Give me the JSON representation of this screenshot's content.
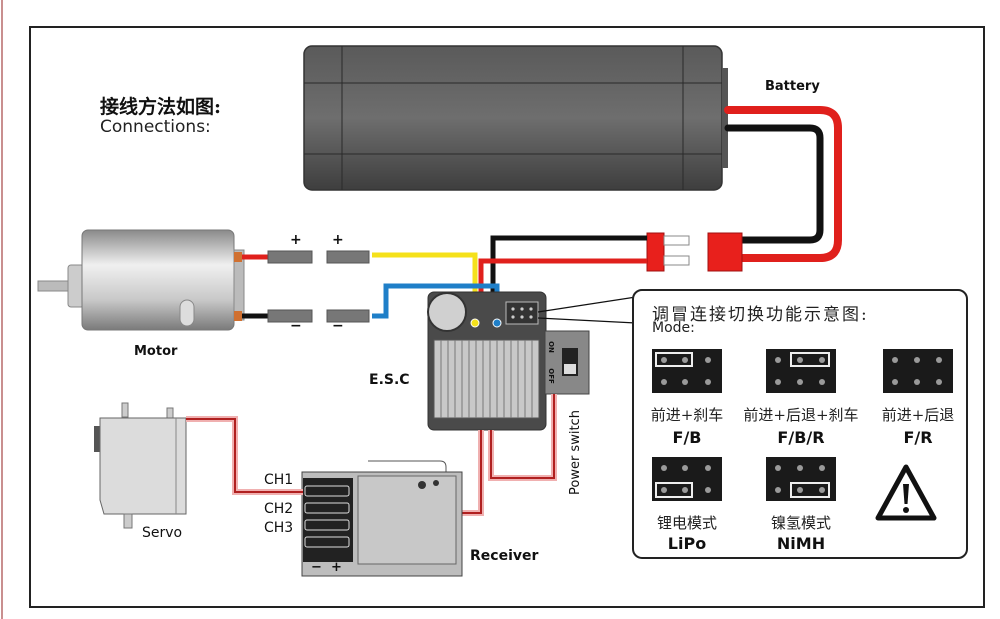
{
  "heading": {
    "title_cn": "接线方法如图:",
    "title_en": "Connections:"
  },
  "components": {
    "battery": "Battery",
    "motor": "Motor",
    "esc": "E.S.C",
    "servo": "Servo",
    "receiver": "Receiver",
    "power_switch": "Power switch",
    "switch_on": "ON",
    "switch_off": "OFF"
  },
  "polarity": {
    "plus": "+",
    "minus": "−"
  },
  "receiver_channels": [
    "CH1",
    "CH2",
    "CH3"
  ],
  "receiver_rail": {
    "minus": "−",
    "plus": "+"
  },
  "wire_colors": {
    "positive": "#e0201c",
    "negative": "#111111",
    "motor_plus": "#f5e11a",
    "motor_minus": "#1f7fc8",
    "servo_signal": "#d83030"
  },
  "mode_panel": {
    "title_cn": "调冒连接切换功能示意图:",
    "subtitle": "Mode:",
    "modes": [
      {
        "cn": "前进+刹车",
        "en": "F/B",
        "bridge": "top-left"
      },
      {
        "cn": "前进+后退+刹车",
        "en": "F/B/R",
        "bridge": "top-right"
      },
      {
        "cn": "前进+后退",
        "en": "F/R",
        "bridge": "none"
      },
      {
        "cn": "锂电模式",
        "en": "LiPo",
        "bridge": "bottom-left"
      },
      {
        "cn": "镍氢模式",
        "en": "NiMH",
        "bridge": "bottom-right"
      }
    ],
    "warning_icon": "warning-triangle"
  }
}
